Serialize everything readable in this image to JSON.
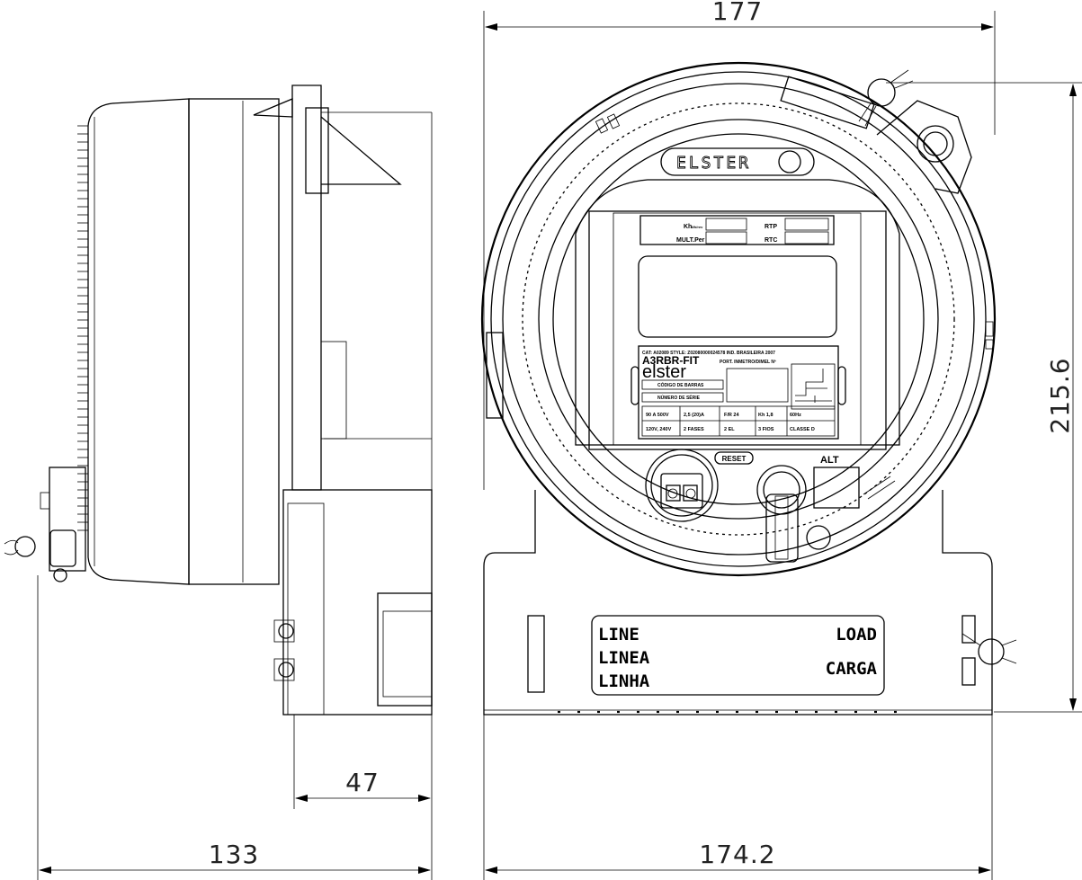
{
  "dimensions": {
    "width_top": "177",
    "height_right": "215.6",
    "base_width": "174.2",
    "side_depth": "133",
    "side_offset": "47"
  },
  "front_panel": {
    "logo": "ELSTER",
    "plate": {
      "kh_label": "Kh",
      "kh_sub": "Wh/rev",
      "mult_label": "MULT.Per",
      "rtp_label": "RTP",
      "rtc_label": "RTC"
    },
    "nameplate": {
      "cat_line": "CAT: A02089   STYLE: Z02080000024578   IND. BRASILEIRA   2007",
      "model": "A3RBR-FIT",
      "portaria": "PORT. INMETRO/DIMEL Nº",
      "brand": "elster",
      "codigo_barras": "CÓDIGO DE BARRAS",
      "numero_serie": "NÚMERO DE SÉRIE",
      "row1": [
        "90 A 500V",
        "2,5 (20)A",
        "F/R 24",
        "Kh 1,8",
        "60Hz"
      ],
      "row2": [
        "120V, 240V",
        "2 FASES",
        "2 EL",
        "3 FIOS",
        "CLASSE D"
      ]
    },
    "reset_label": "RESET",
    "alt_label": "ALT",
    "line_labels": [
      "LINE",
      "LINEA",
      "LINHA"
    ],
    "load_labels": [
      "LOAD",
      "CARGA"
    ]
  }
}
